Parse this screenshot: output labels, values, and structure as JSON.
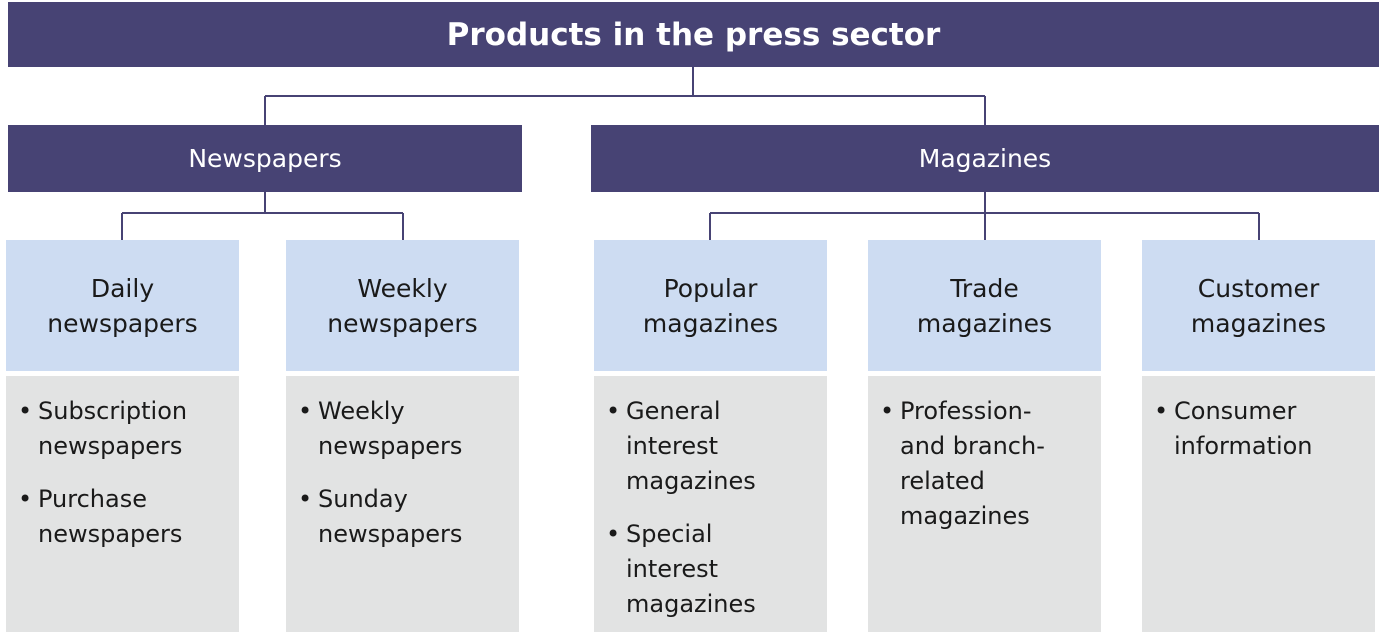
{
  "title": "Products in the press sector",
  "categories": [
    {
      "label": "Newspapers",
      "types": [
        {
          "label": "Daily\nnewspapers",
          "items": [
            "Subscription\nnewspapers",
            "Purchase\nnewspapers"
          ]
        },
        {
          "label": "Weekly\nnewspapers",
          "items": [
            "Weekly\nnewspapers",
            "Sunday\nnewspapers"
          ]
        }
      ]
    },
    {
      "label": "Magazines",
      "types": [
        {
          "label": "Popular\nmagazines",
          "items": [
            "General\ninterest\nmagazines",
            "Special\ninterest\nmagazines"
          ]
        },
        {
          "label": "Trade\nmagazines",
          "items": [
            "Profession-\nand branch-\nrelated\nmagazines"
          ]
        },
        {
          "label": "Customer\nmagazines",
          "items": [
            "Consumer\ninformation"
          ]
        }
      ]
    }
  ],
  "colors": {
    "header_bg": "#474374",
    "subcategory_bg": "#cddcf2",
    "list_bg": "#e2e3e3",
    "connector": "#474374"
  }
}
